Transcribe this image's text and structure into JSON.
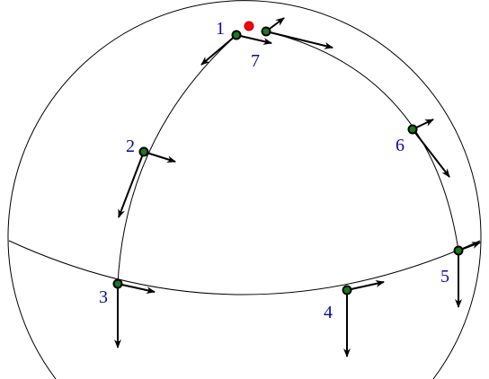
{
  "diagram": {
    "points": [
      {
        "id": "1",
        "label": "1"
      },
      {
        "id": "2",
        "label": "2"
      },
      {
        "id": "3",
        "label": "3"
      },
      {
        "id": "4",
        "label": "4"
      },
      {
        "id": "5",
        "label": "5"
      },
      {
        "id": "6",
        "label": "6"
      },
      {
        "id": "7",
        "label": "7"
      }
    ],
    "colors": {
      "point_fill": "#1a7a1a",
      "special_point": "#ff0000",
      "label": "#0a0aa0",
      "lines": "#000000"
    }
  }
}
